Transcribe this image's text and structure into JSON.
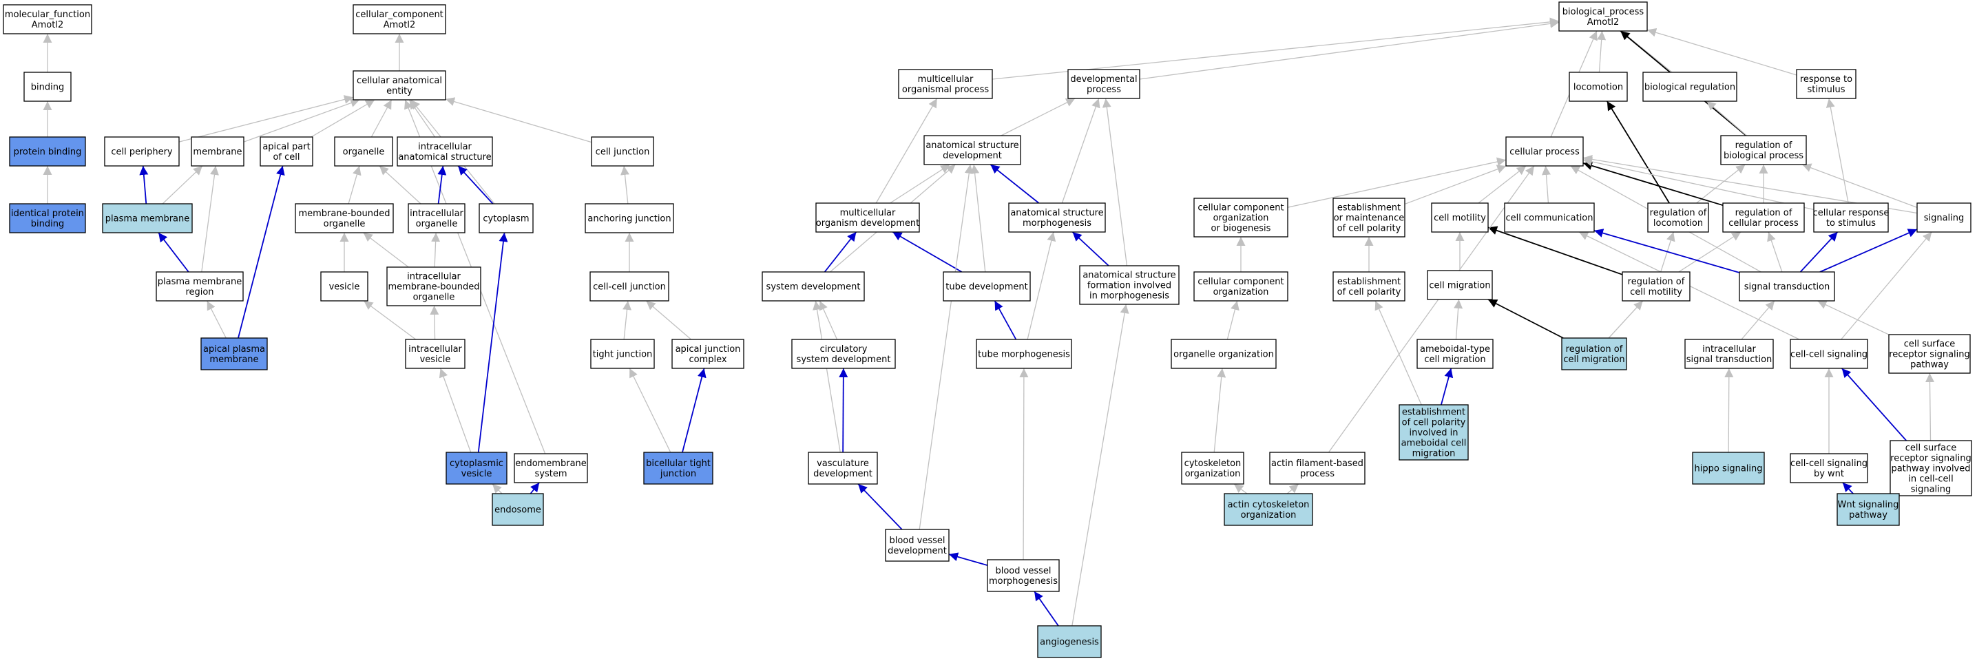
{
  "colors": {
    "white": "#ffffff",
    "light": "#add8e6",
    "dark": "#6495ed",
    "edge_gray": "#c0c0c0",
    "edge_blue": "#0000cd",
    "edge_black": "#000000"
  },
  "nodes": [
    {
      "id": "mf",
      "lines": [
        "molecular_function",
        "Amotl2"
      ],
      "fill": "white"
    },
    {
      "id": "binding",
      "lines": [
        "binding"
      ],
      "fill": "white"
    },
    {
      "id": "protein_binding",
      "lines": [
        "protein binding"
      ],
      "fill": "dark"
    },
    {
      "id": "identical_protein_binding",
      "lines": [
        "identical protein",
        "binding"
      ],
      "fill": "dark"
    },
    {
      "id": "cc",
      "lines": [
        "cellular_component",
        "Amotl2"
      ],
      "fill": "white"
    },
    {
      "id": "cae",
      "lines": [
        "cellular anatomical",
        "entity"
      ],
      "fill": "white"
    },
    {
      "id": "cell_periphery",
      "lines": [
        "cell periphery"
      ],
      "fill": "white"
    },
    {
      "id": "membrane",
      "lines": [
        "membrane"
      ],
      "fill": "white"
    },
    {
      "id": "apical_part",
      "lines": [
        "apical part",
        "of cell"
      ],
      "fill": "white"
    },
    {
      "id": "organelle",
      "lines": [
        "organelle"
      ],
      "fill": "white"
    },
    {
      "id": "ias",
      "lines": [
        "intracellular",
        "anatomical structure"
      ],
      "fill": "white"
    },
    {
      "id": "cell_junction",
      "lines": [
        "cell junction"
      ],
      "fill": "white"
    },
    {
      "id": "plasma_membrane",
      "lines": [
        "plasma membrane"
      ],
      "fill": "light"
    },
    {
      "id": "mbo",
      "lines": [
        "membrane-bounded",
        "organelle"
      ],
      "fill": "white"
    },
    {
      "id": "io",
      "lines": [
        "intracellular",
        "organelle"
      ],
      "fill": "white"
    },
    {
      "id": "cytoplasm",
      "lines": [
        "cytoplasm"
      ],
      "fill": "white"
    },
    {
      "id": "anchoring_junction",
      "lines": [
        "anchoring junction"
      ],
      "fill": "white"
    },
    {
      "id": "pmr",
      "lines": [
        "plasma membrane",
        "region"
      ],
      "fill": "white"
    },
    {
      "id": "vesicle",
      "lines": [
        "vesicle"
      ],
      "fill": "white"
    },
    {
      "id": "imbo",
      "lines": [
        "intracellular",
        "membrane-bounded",
        "organelle"
      ],
      "fill": "white"
    },
    {
      "id": "ccj",
      "lines": [
        "cell-cell junction"
      ],
      "fill": "white"
    },
    {
      "id": "apm",
      "lines": [
        "apical plasma",
        "membrane"
      ],
      "fill": "dark"
    },
    {
      "id": "iv",
      "lines": [
        "intracellular",
        "vesicle"
      ],
      "fill": "white"
    },
    {
      "id": "tight_junction",
      "lines": [
        "tight junction"
      ],
      "fill": "white"
    },
    {
      "id": "ajc",
      "lines": [
        "apical junction",
        "complex"
      ],
      "fill": "white"
    },
    {
      "id": "cv",
      "lines": [
        "cytoplasmic",
        "vesicle"
      ],
      "fill": "dark"
    },
    {
      "id": "endomembrane",
      "lines": [
        "endomembrane",
        "system"
      ],
      "fill": "white"
    },
    {
      "id": "btj",
      "lines": [
        "bicellular tight",
        "junction"
      ],
      "fill": "dark"
    },
    {
      "id": "endosome",
      "lines": [
        "endosome"
      ],
      "fill": "light"
    },
    {
      "id": "bp",
      "lines": [
        "biological_process",
        "Amotl2"
      ],
      "fill": "white"
    },
    {
      "id": "mop",
      "lines": [
        "multicellular",
        "organismal process"
      ],
      "fill": "white"
    },
    {
      "id": "dp",
      "lines": [
        "developmental",
        "process"
      ],
      "fill": "white"
    },
    {
      "id": "locomotion",
      "lines": [
        "locomotion"
      ],
      "fill": "white"
    },
    {
      "id": "bioreg",
      "lines": [
        "biological regulation"
      ],
      "fill": "white"
    },
    {
      "id": "rts",
      "lines": [
        "response to",
        "stimulus"
      ],
      "fill": "white"
    },
    {
      "id": "asd",
      "lines": [
        "anatomical structure",
        "development"
      ],
      "fill": "white"
    },
    {
      "id": "cellular_process",
      "lines": [
        "cellular process"
      ],
      "fill": "white"
    },
    {
      "id": "rbp",
      "lines": [
        "regulation of",
        "biological process"
      ],
      "fill": "white"
    },
    {
      "id": "mod",
      "lines": [
        "multicellular",
        "organism development"
      ],
      "fill": "white"
    },
    {
      "id": "asm",
      "lines": [
        "anatomical structure",
        "morphogenesis"
      ],
      "fill": "white"
    },
    {
      "id": "ccob",
      "lines": [
        "cellular component",
        "organization",
        "or biogenesis"
      ],
      "fill": "white"
    },
    {
      "id": "emcp",
      "lines": [
        "establishment",
        "or maintenance",
        "of cell polarity"
      ],
      "fill": "white"
    },
    {
      "id": "cell_motility",
      "lines": [
        "cell motility"
      ],
      "fill": "white"
    },
    {
      "id": "cell_comm",
      "lines": [
        "cell communication"
      ],
      "fill": "white"
    },
    {
      "id": "rol",
      "lines": [
        "regulation of",
        "locomotion"
      ],
      "fill": "white"
    },
    {
      "id": "rcp",
      "lines": [
        "regulation of",
        "cellular process"
      ],
      "fill": "white"
    },
    {
      "id": "crts",
      "lines": [
        "cellular response",
        "to stimulus"
      ],
      "fill": "white"
    },
    {
      "id": "signaling",
      "lines": [
        "signaling"
      ],
      "fill": "white"
    },
    {
      "id": "sysdev",
      "lines": [
        "system development"
      ],
      "fill": "white"
    },
    {
      "id": "tubedev",
      "lines": [
        "tube development"
      ],
      "fill": "white"
    },
    {
      "id": "asfm",
      "lines": [
        "anatomical structure",
        "formation involved",
        "in morphogenesis"
      ],
      "fill": "white"
    },
    {
      "id": "cco",
      "lines": [
        "cellular component",
        "organization"
      ],
      "fill": "white"
    },
    {
      "id": "ecp",
      "lines": [
        "establishment",
        "of cell polarity"
      ],
      "fill": "white"
    },
    {
      "id": "cell_migration",
      "lines": [
        "cell migration"
      ],
      "fill": "white"
    },
    {
      "id": "rocm",
      "lines": [
        "regulation of",
        "cell motility"
      ],
      "fill": "white"
    },
    {
      "id": "sig_trans",
      "lines": [
        "signal transduction"
      ],
      "fill": "white"
    },
    {
      "id": "csd",
      "lines": [
        "circulatory",
        "system development"
      ],
      "fill": "white"
    },
    {
      "id": "tubemorph",
      "lines": [
        "tube morphogenesis"
      ],
      "fill": "white"
    },
    {
      "id": "org_org",
      "lines": [
        "organelle organization"
      ],
      "fill": "white"
    },
    {
      "id": "amcm",
      "lines": [
        "ameboidal-type",
        "cell migration"
      ],
      "fill": "white"
    },
    {
      "id": "rcm",
      "lines": [
        "regulation of",
        "cell migration"
      ],
      "fill": "light"
    },
    {
      "id": "ist",
      "lines": [
        "intracellular",
        "signal transduction"
      ],
      "fill": "white"
    },
    {
      "id": "ccs",
      "lines": [
        "cell-cell signaling"
      ],
      "fill": "white"
    },
    {
      "id": "csrsp",
      "lines": [
        "cell surface",
        "receptor signaling",
        "pathway"
      ],
      "fill": "white"
    },
    {
      "id": "vascdev",
      "lines": [
        "vasculature",
        "development"
      ],
      "fill": "white"
    },
    {
      "id": "cytoorg",
      "lines": [
        "cytoskeleton",
        "organization"
      ],
      "fill": "white"
    },
    {
      "id": "afbp",
      "lines": [
        "actin filament-based",
        "process"
      ],
      "fill": "white"
    },
    {
      "id": "ecpacm",
      "lines": [
        "establishment",
        "of cell polarity",
        "involved in",
        "ameboidal cell",
        "migration"
      ],
      "fill": "light"
    },
    {
      "id": "hippo",
      "lines": [
        "hippo signaling"
      ],
      "fill": "light"
    },
    {
      "id": "ccsw",
      "lines": [
        "cell-cell signaling",
        "by wnt"
      ],
      "fill": "white"
    },
    {
      "id": "csrspcc",
      "lines": [
        "cell surface",
        "receptor signaling",
        "pathway involved",
        "in cell-cell",
        "signaling"
      ],
      "fill": "white"
    },
    {
      "id": "bvd",
      "lines": [
        "blood vessel",
        "development"
      ],
      "fill": "white"
    },
    {
      "id": "aco",
      "lines": [
        "actin cytoskeleton",
        "organization"
      ],
      "fill": "light"
    },
    {
      "id": "wnt",
      "lines": [
        "Wnt signaling",
        "pathway"
      ],
      "fill": "light"
    },
    {
      "id": "bvm",
      "lines": [
        "blood vessel",
        "morphogenesis"
      ],
      "fill": "white"
    },
    {
      "id": "angio",
      "lines": [
        "angiogenesis"
      ],
      "fill": "light"
    }
  ],
  "edges": [
    {
      "from": "binding",
      "to": "mf",
      "color": "edge_gray"
    },
    {
      "from": "protein_binding",
      "to": "binding",
      "color": "edge_gray"
    },
    {
      "from": "identical_protein_binding",
      "to": "protein_binding",
      "color": "edge_gray"
    },
    {
      "from": "cae",
      "to": "cc",
      "color": "edge_gray"
    },
    {
      "from": "cell_periphery",
      "to": "cae",
      "color": "edge_gray"
    },
    {
      "from": "membrane",
      "to": "cae",
      "color": "edge_gray"
    },
    {
      "from": "apical_part",
      "to": "cae",
      "color": "edge_gray"
    },
    {
      "from": "organelle",
      "to": "cae",
      "color": "edge_gray"
    },
    {
      "from": "ias",
      "to": "cae",
      "color": "edge_gray"
    },
    {
      "from": "cell_junction",
      "to": "cae",
      "color": "edge_gray"
    },
    {
      "from": "cytoplasm",
      "to": "cae",
      "color": "edge_gray"
    },
    {
      "from": "endomembrane",
      "to": "cae",
      "color": "edge_gray"
    },
    {
      "from": "plasma_membrane",
      "to": "cell_periphery",
      "color": "edge_blue"
    },
    {
      "from": "plasma_membrane",
      "to": "membrane",
      "color": "edge_gray"
    },
    {
      "from": "mbo",
      "to": "organelle",
      "color": "edge_gray"
    },
    {
      "from": "io",
      "to": "organelle",
      "color": "edge_gray"
    },
    {
      "from": "io",
      "to": "ias",
      "color": "edge_blue"
    },
    {
      "from": "cytoplasm",
      "to": "ias",
      "color": "edge_blue"
    },
    {
      "from": "anchoring_junction",
      "to": "cell_junction",
      "color": "edge_gray"
    },
    {
      "from": "pmr",
      "to": "plasma_membrane",
      "color": "edge_blue"
    },
    {
      "from": "pmr",
      "to": "membrane",
      "color": "edge_gray"
    },
    {
      "from": "vesicle",
      "to": "mbo",
      "color": "edge_gray"
    },
    {
      "from": "imbo",
      "to": "mbo",
      "color": "edge_gray"
    },
    {
      "from": "imbo",
      "to": "io",
      "color": "edge_gray"
    },
    {
      "from": "ccj",
      "to": "anchoring_junction",
      "color": "edge_gray"
    },
    {
      "from": "apm",
      "to": "pmr",
      "color": "edge_gray"
    },
    {
      "from": "apm",
      "to": "apical_part",
      "color": "edge_blue"
    },
    {
      "from": "iv",
      "to": "vesicle",
      "color": "edge_gray"
    },
    {
      "from": "iv",
      "to": "imbo",
      "color": "edge_gray"
    },
    {
      "from": "tight_junction",
      "to": "ccj",
      "color": "edge_gray"
    },
    {
      "from": "ajc",
      "to": "ccj",
      "color": "edge_gray"
    },
    {
      "from": "cv",
      "to": "iv",
      "color": "edge_gray"
    },
    {
      "from": "cv",
      "to": "cytoplasm",
      "color": "edge_blue"
    },
    {
      "from": "btj",
      "to": "tight_junction",
      "color": "edge_gray"
    },
    {
      "from": "btj",
      "to": "ajc",
      "color": "edge_blue"
    },
    {
      "from": "endosome",
      "to": "cv",
      "color": "edge_gray"
    },
    {
      "from": "endosome",
      "to": "endomembrane",
      "color": "edge_blue"
    },
    {
      "from": "mop",
      "to": "bp",
      "color": "edge_gray"
    },
    {
      "from": "dp",
      "to": "bp",
      "color": "edge_gray"
    },
    {
      "from": "locomotion",
      "to": "bp",
      "color": "edge_gray"
    },
    {
      "from": "bioreg",
      "to": "bp",
      "color": "edge_gray"
    },
    {
      "from": "rts",
      "to": "bp",
      "color": "edge_gray"
    },
    {
      "from": "cellular_process",
      "to": "bp",
      "color": "edge_gray"
    },
    {
      "from": "rbp",
      "to": "bp",
      "color": "edge_black"
    },
    {
      "from": "rbp",
      "to": "bioreg",
      "color": "edge_gray"
    },
    {
      "from": "asd",
      "to": "dp",
      "color": "edge_gray"
    },
    {
      "from": "mod",
      "to": "asd",
      "color": "edge_gray"
    },
    {
      "from": "mod",
      "to": "mop",
      "color": "edge_gray"
    },
    {
      "from": "asm",
      "to": "asd",
      "color": "edge_blue"
    },
    {
      "from": "asm",
      "to": "dp",
      "color": "edge_gray"
    },
    {
      "from": "ccob",
      "to": "cellular_process",
      "color": "edge_gray"
    },
    {
      "from": "emcp",
      "to": "cellular_process",
      "color": "edge_gray"
    },
    {
      "from": "cell_motility",
      "to": "cellular_process",
      "color": "edge_gray"
    },
    {
      "from": "cell_comm",
      "to": "cellular_process",
      "color": "edge_gray"
    },
    {
      "from": "rol",
      "to": "locomotion",
      "color": "edge_black"
    },
    {
      "from": "rol",
      "to": "rbp",
      "color": "edge_gray"
    },
    {
      "from": "rcp",
      "to": "cellular_process",
      "color": "edge_black"
    },
    {
      "from": "rcp",
      "to": "rbp",
      "color": "edge_gray"
    },
    {
      "from": "crts",
      "to": "cellular_process",
      "color": "edge_gray"
    },
    {
      "from": "crts",
      "to": "rts",
      "color": "edge_gray"
    },
    {
      "from": "signaling",
      "to": "cellular_process",
      "color": "edge_gray"
    },
    {
      "from": "signaling",
      "to": "rbp",
      "color": "edge_gray"
    },
    {
      "from": "sysdev",
      "to": "mod",
      "color": "edge_blue"
    },
    {
      "from": "sysdev",
      "to": "asd",
      "color": "edge_gray"
    },
    {
      "from": "tubedev",
      "to": "mod",
      "color": "edge_blue"
    },
    {
      "from": "tubedev",
      "to": "asd",
      "color": "edge_gray"
    },
    {
      "from": "asfm",
      "to": "asm",
      "color": "edge_blue"
    },
    {
      "from": "asfm",
      "to": "dp",
      "color": "edge_gray"
    },
    {
      "from": "cco",
      "to": "ccob",
      "color": "edge_gray"
    },
    {
      "from": "ecp",
      "to": "emcp",
      "color": "edge_gray"
    },
    {
      "from": "cell_migration",
      "to": "cell_motility",
      "color": "edge_gray"
    },
    {
      "from": "rocm",
      "to": "cell_motility",
      "color": "edge_black"
    },
    {
      "from": "rocm",
      "to": "rol",
      "color": "edge_gray"
    },
    {
      "from": "rocm",
      "to": "rcp",
      "color": "edge_gray"
    },
    {
      "from": "sig_trans",
      "to": "cell_comm",
      "color": "edge_blue"
    },
    {
      "from": "sig_trans",
      "to": "rcp",
      "color": "edge_gray"
    },
    {
      "from": "sig_trans",
      "to": "crts",
      "color": "edge_blue"
    },
    {
      "from": "sig_trans",
      "to": "signaling",
      "color": "edge_blue"
    },
    {
      "from": "sig_trans",
      "to": "cellular_process",
      "color": "edge_gray"
    },
    {
      "from": "csd",
      "to": "sysdev",
      "color": "edge_gray"
    },
    {
      "from": "tubemorph",
      "to": "tubedev",
      "color": "edge_blue"
    },
    {
      "from": "tubemorph",
      "to": "asm",
      "color": "edge_gray"
    },
    {
      "from": "org_org",
      "to": "cco",
      "color": "edge_gray"
    },
    {
      "from": "amcm",
      "to": "cell_migration",
      "color": "edge_gray"
    },
    {
      "from": "rcm",
      "to": "cell_migration",
      "color": "edge_black"
    },
    {
      "from": "rcm",
      "to": "rocm",
      "color": "edge_gray"
    },
    {
      "from": "ist",
      "to": "sig_trans",
      "color": "edge_gray"
    },
    {
      "from": "ccs",
      "to": "cell_comm",
      "color": "edge_gray"
    },
    {
      "from": "ccs",
      "to": "signaling",
      "color": "edge_gray"
    },
    {
      "from": "csrsp",
      "to": "sig_trans",
      "color": "edge_gray"
    },
    {
      "from": "vascdev",
      "to": "csd",
      "color": "edge_blue"
    },
    {
      "from": "vascdev",
      "to": "sysdev",
      "color": "edge_gray"
    },
    {
      "from": "cytoorg",
      "to": "org_org",
      "color": "edge_gray"
    },
    {
      "from": "afbp",
      "to": "cellular_process",
      "color": "edge_gray"
    },
    {
      "from": "ecpacm",
      "to": "amcm",
      "color": "edge_blue"
    },
    {
      "from": "ecpacm",
      "to": "ecp",
      "color": "edge_gray"
    },
    {
      "from": "hippo",
      "to": "ist",
      "color": "edge_gray"
    },
    {
      "from": "ccsw",
      "to": "ccs",
      "color": "edge_gray"
    },
    {
      "from": "csrspcc",
      "to": "ccs",
      "color": "edge_blue"
    },
    {
      "from": "csrspcc",
      "to": "csrsp",
      "color": "edge_gray"
    },
    {
      "from": "bvd",
      "to": "vascdev",
      "color": "edge_blue"
    },
    {
      "from": "bvd",
      "to": "asd",
      "color": "edge_gray"
    },
    {
      "from": "aco",
      "to": "cytoorg",
      "color": "edge_gray"
    },
    {
      "from": "aco",
      "to": "afbp",
      "color": "edge_gray"
    },
    {
      "from": "wnt",
      "to": "ccsw",
      "color": "edge_blue"
    },
    {
      "from": "wnt",
      "to": "csrspcc",
      "color": "edge_gray"
    },
    {
      "from": "bvm",
      "to": "bvd",
      "color": "edge_blue"
    },
    {
      "from": "bvm",
      "to": "tubemorph",
      "color": "edge_gray"
    },
    {
      "from": "angio",
      "to": "bvm",
      "color": "edge_blue"
    },
    {
      "from": "angio",
      "to": "asfm",
      "color": "edge_gray"
    }
  ]
}
